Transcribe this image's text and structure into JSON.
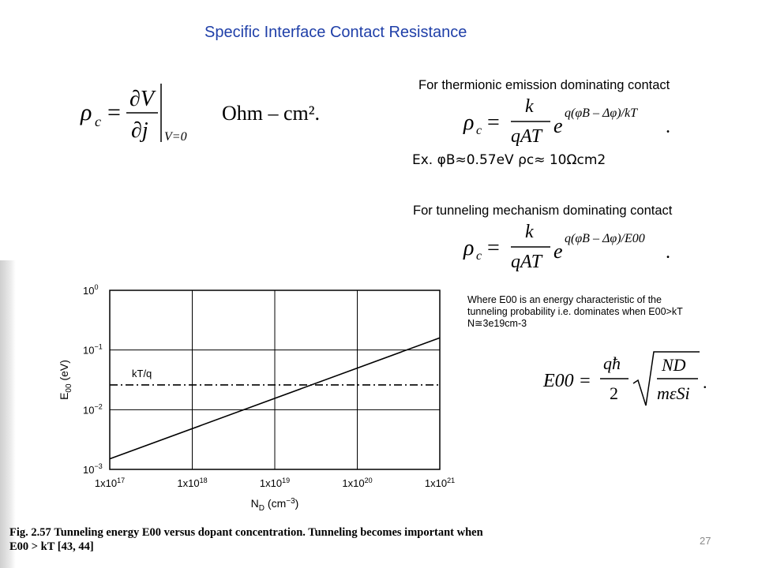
{
  "slide": {
    "title": "Specific Interface Contact Resistance",
    "page_number": "27"
  },
  "definition_eq": {
    "lhs": "ρc = ∂V/∂j",
    "eval": "V=0",
    "unit": "Ohm – cm²."
  },
  "thermionic": {
    "heading": "For thermionic emission dominating contact",
    "exponent": "q(φB – Δφ)/kT",
    "example": "Ex. φB≈0.57eV  ρc≈ 10Ωcm2"
  },
  "tunneling": {
    "heading": "For tunneling mechanism dominating contact",
    "exponent": "q(φB – Δφ)/E00",
    "note_line1": "Where E00 is an energy characteristic of the",
    "note_line2": "tunneling probability i.e. dominates when E00>kT",
    "note_line3": "N≅3e19cm-3"
  },
  "eq_common": {
    "numerator": "k",
    "denominator": "qAT",
    "base": "e"
  },
  "e00_eq": {
    "lhs": "E00 =",
    "frac_num": "qħ",
    "frac_den": "2",
    "sqrt_num": "ND",
    "sqrt_den": "mεSi"
  },
  "caption": {
    "label": "Fig. 2.57",
    "text_bold": "Tunneling energy E00 versus dopant concentration. Tunneling becomes important when",
    "text_line2": "E00 > kT [43, 44]"
  },
  "chart_data": {
    "type": "line",
    "x_scale": "log",
    "y_scale": "log",
    "xlim": [
      1e+17,
      1e+21
    ],
    "ylim": [
      0.001,
      1
    ],
    "xlabel": "ND (cm−3)",
    "ylabel": "E00 (eV)",
    "x_ticks": [
      "1x1017",
      "1x1018",
      "1x1019",
      "1x1020",
      "1x1021"
    ],
    "y_ticks": [
      "10−3",
      "10−2",
      "10−1",
      "100"
    ],
    "grid": true,
    "series": [
      {
        "x": [
          1e+17,
          1e+21
        ],
        "y": [
          0.0015,
          0.16
        ],
        "style": "solid"
      },
      {
        "name": "kT/q",
        "x": [
          1e+17,
          1e+21
        ],
        "y": [
          0.026,
          0.026
        ],
        "style": "dash-dot"
      }
    ]
  }
}
